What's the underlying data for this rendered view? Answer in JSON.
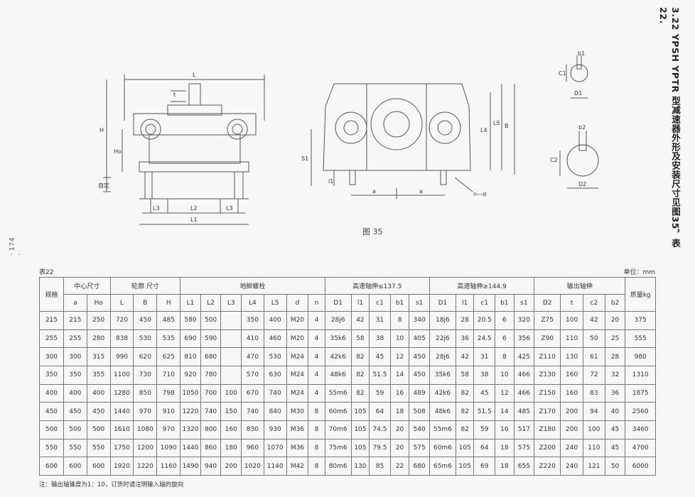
{
  "page": {
    "heading": "3.22  YPSH  YPTR  型减速器外形及安装尺寸见图35，表22.",
    "page_number": "· 174 ·",
    "figure_caption": "图  35",
    "table_label": "表22",
    "unit_label": "单位：mm",
    "note": "注：输出轴锥度为1：10，订货时请注明输入轴的旋向"
  },
  "figure": {
    "front_view": {
      "L": "L",
      "t": "t",
      "H": "H",
      "Ho": "Ho",
      "zd": "自定",
      "L1": "L1",
      "L2": "L2",
      "L3a": "L3",
      "L3b": "L3"
    },
    "side_view": {
      "S1": "S1",
      "l1": "l1",
      "L4": "L4",
      "L5": "L5",
      "B": "B",
      "a1": "a",
      "a2": "a",
      "nd": "n—d"
    },
    "shaft_in": {
      "b1": "b1",
      "C1": "C1",
      "D1": "D1"
    },
    "shaft_out": {
      "b2": "b2",
      "C2": "C2",
      "D2": "D2"
    }
  },
  "table": {
    "groups": {
      "spec": "规格",
      "center": "中心尺寸",
      "outline": "轮廓 尺寸",
      "foot": "地脚螺栓",
      "hs1": "高速轴伸≤137.5",
      "hs2": "高速轴伸≥144.9",
      "out": "输出轴伸",
      "mass": "质量kg"
    },
    "columns": [
      "a",
      "Ho",
      "L",
      "B",
      "H",
      "L1",
      "L2",
      "L3",
      "L4",
      "L5",
      "d",
      "n",
      "D1",
      "l1",
      "c1",
      "b1",
      "s1",
      "D1",
      "l1",
      "c1",
      "b1",
      "s1",
      "D2",
      "t",
      "c2",
      "b2"
    ],
    "rows": [
      [
        "215",
        "215",
        "250",
        "720",
        "450",
        "485",
        "580",
        "500",
        "",
        "350",
        "400",
        "M20",
        "4",
        "28j6",
        "42",
        "31",
        "8",
        "340",
        "18j6",
        "28",
        "20.5",
        "6",
        "320",
        "Z75",
        "100",
        "42",
        "20",
        "375"
      ],
      [
        "255",
        "255",
        "280",
        "838",
        "530",
        "535",
        "690",
        "590",
        "",
        "410",
        "460",
        "M20",
        "4",
        "35k6",
        "58",
        "38",
        "10",
        "405",
        "22j6",
        "36",
        "24.5",
        "6",
        "356",
        "Z90",
        "110",
        "50",
        "25",
        "555"
      ],
      [
        "300",
        "300",
        "315",
        "990",
        "620",
        "625",
        "810",
        "680",
        "",
        "470",
        "530",
        "M24",
        "4",
        "42k6",
        "82",
        "45",
        "12",
        "450",
        "28j6",
        "42",
        "31",
        "8",
        "425",
        "Z110",
        "130",
        "61",
        "28",
        "980"
      ],
      [
        "350",
        "350",
        "355",
        "1100",
        "730",
        "710",
        "920",
        "780",
        "",
        "570",
        "630",
        "M24",
        "4",
        "48k6",
        "82",
        "51.5",
        "14",
        "450",
        "35k6",
        "58",
        "38",
        "10",
        "466",
        "Z130",
        "160",
        "72",
        "32",
        "1310"
      ],
      [
        "400",
        "400",
        "400",
        "1280",
        "850",
        "798",
        "1050",
        "700",
        "100",
        "670",
        "740",
        "M24",
        "4",
        "55m6",
        "82",
        "59",
        "16",
        "489",
        "42k6",
        "82",
        "45",
        "12",
        "466",
        "Z150",
        "160",
        "83",
        "36",
        "1875"
      ],
      [
        "450",
        "450",
        "450",
        "1440",
        "970",
        "910",
        "1220",
        "740",
        "150",
        "740",
        "840",
        "M30",
        "8",
        "60m6",
        "105",
        "64",
        "18",
        "508",
        "48k6",
        "82",
        "51.5",
        "14",
        "485",
        "Z170",
        "200",
        "94",
        "40",
        "2560"
      ],
      [
        "500",
        "500",
        "500",
        "1610",
        "1080",
        "970",
        "1320",
        "800",
        "160",
        "830",
        "930",
        "M36",
        "8",
        "70m6",
        "105",
        "74.5",
        "20",
        "540",
        "55m6",
        "82",
        "59",
        "16",
        "517",
        "Z180",
        "200",
        "100",
        "45",
        "3460"
      ],
      [
        "550",
        "550",
        "550",
        "1750",
        "1200",
        "1090",
        "1440",
        "860",
        "180",
        "960",
        "1070",
        "M36",
        "8",
        "75m6",
        "105",
        "79.5",
        "20",
        "575",
        "60m6",
        "105",
        "64",
        "18",
        "575",
        "Z200",
        "240",
        "110",
        "45",
        "4700"
      ],
      [
        "600",
        "600",
        "600",
        "1920",
        "1220",
        "1160",
        "1490",
        "940",
        "200",
        "1020",
        "1140",
        "M42",
        "8",
        "80m6",
        "130",
        "85",
        "22",
        "680",
        "65m6",
        "105",
        "69",
        "18",
        "655",
        "Z220",
        "240",
        "121",
        "50",
        "6000"
      ]
    ]
  }
}
